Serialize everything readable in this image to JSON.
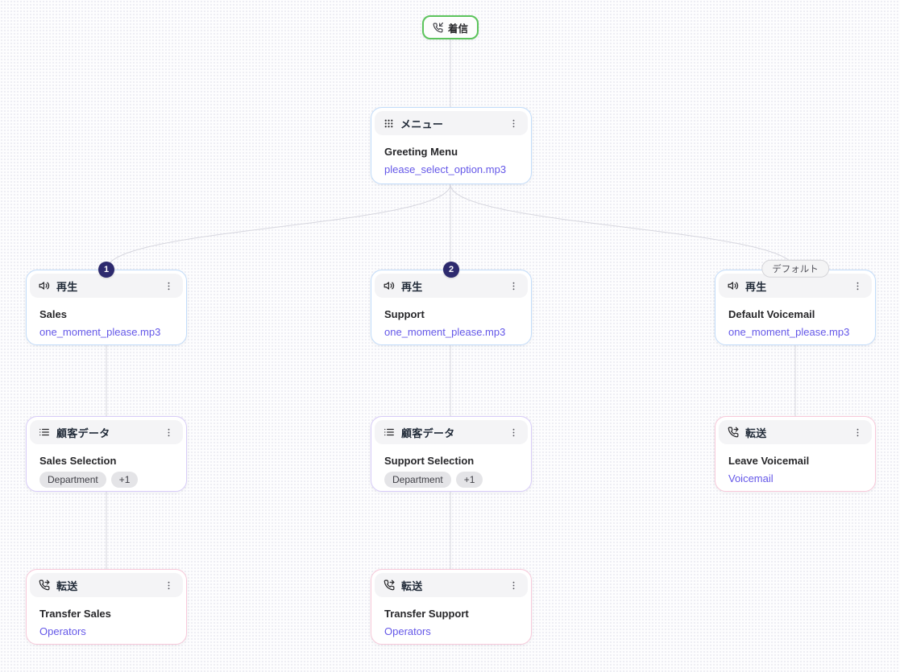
{
  "colors": {
    "edge": "#d7d7df",
    "start_border": "#5cc45c",
    "play_border": "#c2dcfa",
    "data_border": "#d8ccf8",
    "transfer_border": "#f8c9da",
    "link_text": "#6457e8",
    "badge_bg": "#2d2a6e",
    "header_bg": "#f4f4f6"
  },
  "nodes": {
    "start": {
      "label": "着信"
    },
    "menu": {
      "type": "メニュー",
      "title": "Greeting Menu",
      "link": "please_select_option.mp3"
    },
    "sales": {
      "type": "再生",
      "badge": "1",
      "title": "Sales",
      "link": "one_moment_please.mp3"
    },
    "support": {
      "type": "再生",
      "badge": "2",
      "title": "Support",
      "link": "one_moment_please.mp3"
    },
    "default_voicemail": {
      "type": "再生",
      "badge": "デフォルト",
      "title": "Default Voicemail",
      "link": "one_moment_please.mp3"
    },
    "sales_selection": {
      "type": "顧客データ",
      "title": "Sales Selection",
      "tags": [
        "Department",
        "+1"
      ]
    },
    "support_selection": {
      "type": "顧客データ",
      "title": "Support Selection",
      "tags": [
        "Department",
        "+1"
      ]
    },
    "leave_voicemail": {
      "type": "転送",
      "title": "Leave Voicemail",
      "link": "Voicemail"
    },
    "transfer_sales": {
      "type": "転送",
      "title": "Transfer Sales",
      "link": "Operators"
    },
    "transfer_support": {
      "type": "転送",
      "title": "Transfer Support",
      "link": "Operators"
    }
  },
  "edges": [
    {
      "from": "start",
      "to": "menu"
    },
    {
      "from": "menu",
      "to": "sales",
      "label": "1"
    },
    {
      "from": "menu",
      "to": "support",
      "label": "2"
    },
    {
      "from": "menu",
      "to": "default_voicemail",
      "label": "デフォルト"
    },
    {
      "from": "sales",
      "to": "sales_selection"
    },
    {
      "from": "support",
      "to": "support_selection"
    },
    {
      "from": "default_voicemail",
      "to": "leave_voicemail"
    },
    {
      "from": "sales_selection",
      "to": "transfer_sales"
    },
    {
      "from": "support_selection",
      "to": "transfer_support"
    }
  ]
}
